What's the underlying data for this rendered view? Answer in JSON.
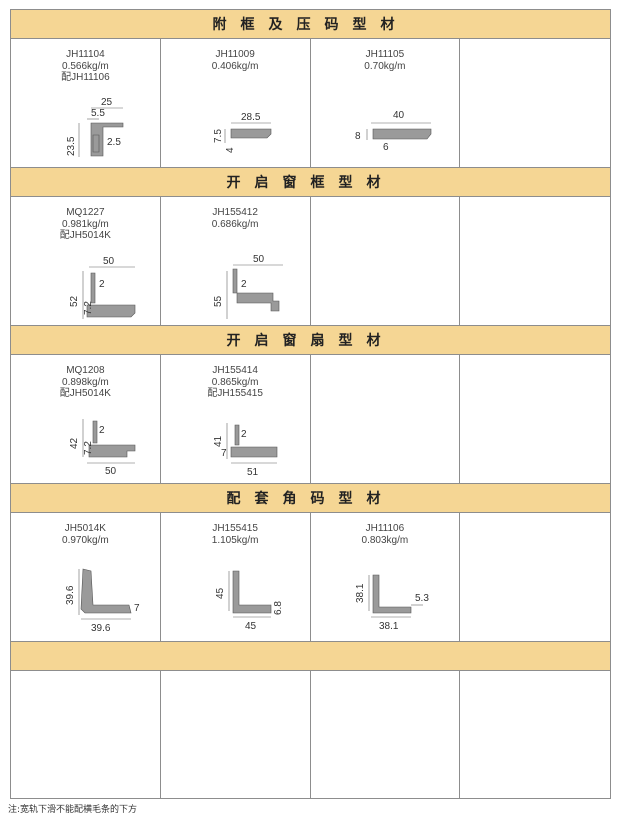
{
  "sections": [
    {
      "title": "附框及压码型材",
      "items": [
        {
          "code": "JH11104",
          "weight": "0.566kg/m",
          "pair": "配JH11106",
          "dims": [
            "25",
            "5.5",
            "2.5",
            "23.5"
          ]
        },
        {
          "code": "JH11009",
          "weight": "0.406kg/m",
          "dims": [
            "28.5",
            "7.5",
            "4"
          ]
        },
        {
          "code": "JH11105",
          "weight": "0.70kg/m",
          "dims": [
            "40",
            "8",
            "6"
          ]
        }
      ]
    },
    {
      "title": "开启窗框型材",
      "items": [
        {
          "code": "MQ1227",
          "weight": "0.981kg/m",
          "pair": "配JH5014K",
          "dims": [
            "50",
            "2",
            "52",
            "7.2"
          ]
        },
        {
          "code": "JH155412",
          "weight": "0.686kg/m",
          "dims": [
            "50",
            "2",
            "55"
          ]
        }
      ]
    },
    {
      "title": "开启窗扇型材",
      "items": [
        {
          "code": "MQ1208",
          "weight": "0.898kg/m",
          "pair": "配JH5014K",
          "dims": [
            "2",
            "42",
            "7.2",
            "50"
          ]
        },
        {
          "code": "JH155414",
          "weight": "0.865kg/m",
          "pair": "配JH155415",
          "dims": [
            "41",
            "2",
            "7",
            "51"
          ]
        }
      ]
    },
    {
      "title": "配套角码型材",
      "items": [
        {
          "code": "JH5014K",
          "weight": "0.970kg/m",
          "dims": [
            "39.6",
            "7",
            "39.6"
          ]
        },
        {
          "code": "JH155415",
          "weight": "1.105kg/m",
          "dims": [
            "45",
            "6.8",
            "45"
          ]
        },
        {
          "code": "JH11106",
          "weight": "0.803kg/m",
          "dims": [
            "38.1",
            "5.3",
            "38.1"
          ]
        }
      ]
    },
    {
      "title": "",
      "items": []
    }
  ],
  "footnote": "注:宽轨下滑不能配横毛条的下方",
  "colors": {
    "band": "#f5d694",
    "border": "#8d8d8d",
    "profile": "#9a9a9a",
    "profile_stroke": "#555555"
  }
}
